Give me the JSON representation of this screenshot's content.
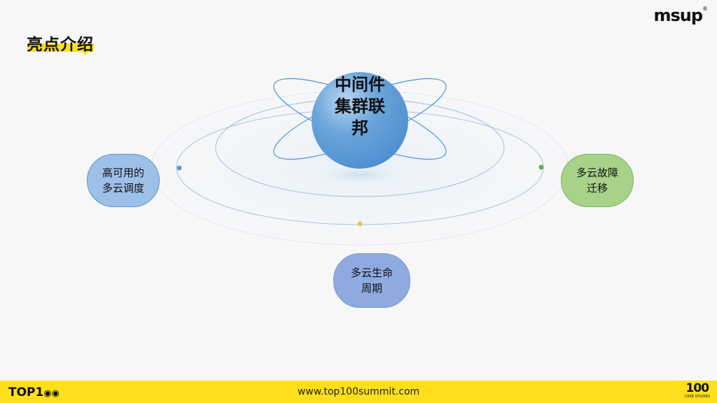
{
  "header": {
    "title": "亮点介绍",
    "logo": "msup",
    "logo_mark": "®"
  },
  "diagram": {
    "core": {
      "lines": [
        "中间件",
        "集群联",
        "邦"
      ],
      "color": "#5b9bd5"
    },
    "nodes": [
      {
        "id": "left",
        "lines": [
          "高可用的",
          "多云调度"
        ],
        "color": "#9cc0e8",
        "dot_color": "#5b9bd5"
      },
      {
        "id": "right",
        "lines": [
          "多云故障",
          "迁移"
        ],
        "color": "#a8d18a",
        "dot_color": "#70ad47"
      },
      {
        "id": "bottom",
        "lines": [
          "多云生命",
          "周期"
        ],
        "color": "#8eaadf",
        "dot_color": "#f5c342"
      }
    ]
  },
  "footer": {
    "left_logo": "TOP1",
    "left_logo_eyes": "👀",
    "url": "www.top100summit.com",
    "right_logo_big": "100",
    "right_logo_small": "CASE STUDIES",
    "bg_color": "#ffdf1c"
  }
}
